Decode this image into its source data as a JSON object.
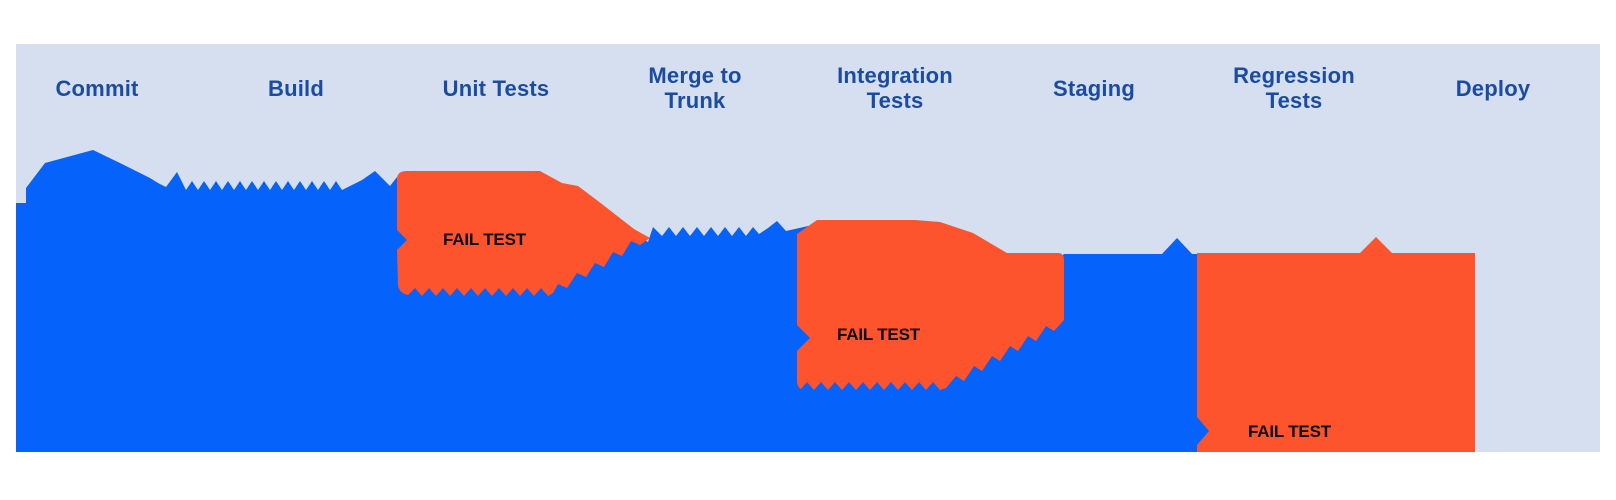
{
  "colors": {
    "page_background": "#ffffff",
    "panel_background": "#D5DFEF",
    "stream_blue": "#0563FC",
    "fail_orange": "#FD542D",
    "stage_label_navy": "#1B4CA1",
    "fail_label_black": "#0C0C0E"
  },
  "pipeline": {
    "stages": [
      {
        "label": "Commit"
      },
      {
        "label": "Build"
      },
      {
        "label": "Unit Tests"
      },
      {
        "label": "Merge to Trunk"
      },
      {
        "label": "Integration Tests"
      },
      {
        "label": "Staging"
      },
      {
        "label": "Regression Tests"
      },
      {
        "label": "Deploy"
      }
    ],
    "fail_branches": [
      {
        "label": "FAIL TEST",
        "stage": "Unit Tests"
      },
      {
        "label": "FAIL TEST",
        "stage": "Integration Tests"
      },
      {
        "label": "FAIL TEST",
        "stage": "Regression Tests"
      }
    ]
  }
}
